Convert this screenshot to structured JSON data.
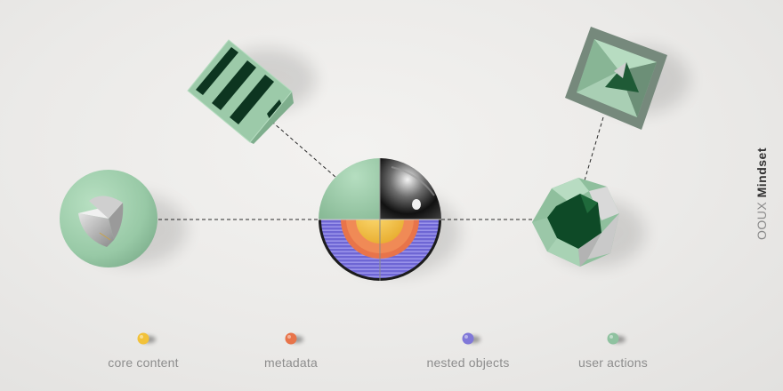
{
  "legend": {
    "items": [
      {
        "label": "core content",
        "color": "#f2c23a",
        "icon": "yellow-ball-icon"
      },
      {
        "label": "metadata",
        "color": "#e8744a",
        "icon": "orange-ball-icon"
      },
      {
        "label": "nested objects",
        "color": "#8078d8",
        "icon": "purple-ball-icon"
      },
      {
        "label": "user actions",
        "color": "#8fc2a0",
        "icon": "green-ball-icon"
      }
    ]
  },
  "brand": {
    "light": "OOUX ",
    "bold": "Mindset"
  },
  "colors": {
    "mint": "#9fcfae",
    "dark_green": "#0f3b23",
    "chrome": "#2a2a2a",
    "purple": "#6f66d0",
    "orange": "#e8744a",
    "yellow": "#f2c23a"
  }
}
